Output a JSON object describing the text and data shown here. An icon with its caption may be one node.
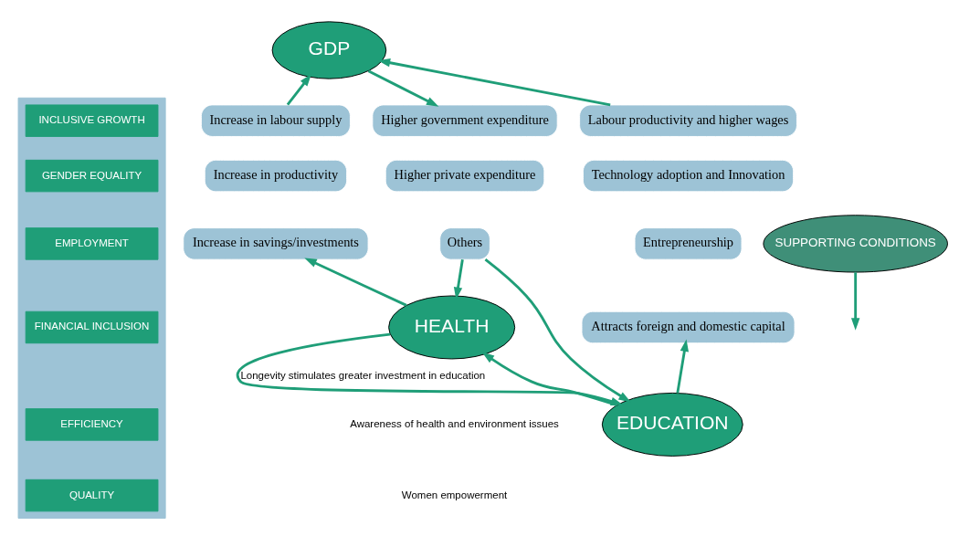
{
  "diagram": {
    "nodes": [
      {
        "text": [
          "GDP"
        ]
      },
      {
        "text": [
          "Increase in labour supply"
        ]
      },
      {
        "text": [
          "Increase in productivity"
        ]
      },
      {
        "text": [
          "Increase in savings/investments"
        ]
      },
      {
        "text": [
          "Higher government expenditure"
        ]
      },
      {
        "text": [
          "Higher private expenditure"
        ]
      },
      {
        "text": [
          "Others"
        ]
      },
      {
        "text": [
          "Labour productivity and higher wages"
        ]
      },
      {
        "text": [
          "Technology adoption and Innovation"
        ]
      },
      {
        "text": [
          "Entrepreneurship"
        ]
      },
      {
        "text": [
          "Attracts foreign and domestic capital"
        ]
      },
      {
        "text": [
          "HEALTH"
        ]
      },
      {
        "text": [
          "EDUCATION"
        ]
      },
      {
        "text": [],
        "shape": "bar"
      },
      {
        "text": [
          "INCLUSIVE GROWTH"
        ],
        "in": 13
      },
      {
        "text": [
          "GENDER EQUALITY"
        ],
        "in": 13
      },
      {
        "text": [
          "EMPLOYMENT"
        ],
        "in": 13
      },
      {
        "text": [
          "SUPPORTING CONDITIONS"
        ]
      },
      {
        "text": [
          "FINANCIAL INCLUSION"
        ],
        "in": 13
      },
      {
        "text": [
          "EFFICIENCY"
        ],
        "in": 13
      },
      {
        "text": [
          "QUALITY"
        ],
        "in": 13
      }
    ],
    "edges": [
      {
        "from": 11,
        "to": 3,
        "arrow": "to"
      },
      {
        "from": 1,
        "to": 0,
        "arrow": "to"
      },
      {
        "from": 0,
        "to": 4,
        "arrow": "to"
      },
      {
        "from": 6,
        "to": 11,
        "arrow": "to"
      },
      {
        "from": 6,
        "to": 12,
        "arrow": "to"
      },
      {
        "from": 12,
        "to": 10,
        "arrow": "to"
      },
      {
        "from": 7,
        "to": 0,
        "arrow": "to"
      },
      {
        "from": 11,
        "to": 12,
        "arrow": "to",
        "label": "Longevity stimulates greater investment in education"
      },
      {
        "from": 12,
        "to": 11,
        "arrow": "to"
      },
      {
        "from": 17,
        "to": null,
        "arrow": "to"
      }
    ],
    "labels": [
      "Awareness of health and environment issues",
      "Women empowerment"
    ]
  }
}
